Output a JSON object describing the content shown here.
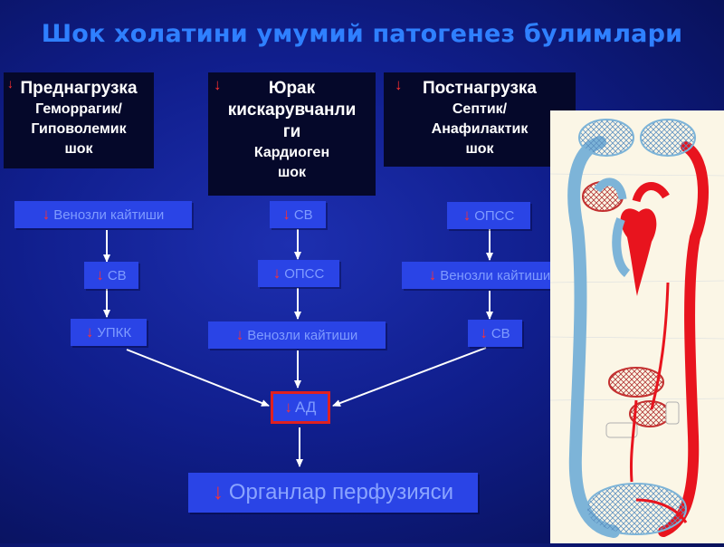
{
  "title": "Шок холатини умумий патогенез булимлари",
  "arrow_glyph": "↓",
  "columns": [
    {
      "header": [
        "Преднагрузка",
        "Геморрагик/",
        "Гиповолемик",
        "шок"
      ],
      "steps": [
        "Венозли кайтиши",
        "СВ",
        "УПКК"
      ]
    },
    {
      "header": [
        "Юрак",
        "кискарувчанли",
        "ги",
        "Кардиоген",
        "шок"
      ],
      "steps": [
        "СВ",
        "ОПСС",
        "Венозли кайтиши"
      ]
    },
    {
      "header": [
        "Постнагрузка",
        "Септик/",
        "Анафилактик",
        "шок"
      ],
      "steps": [
        "ОПСС",
        "Венозли кайтиши",
        "СВ"
      ]
    }
  ],
  "center": "АД",
  "outcome": "Органлар перфузияси",
  "colors": {
    "background": "#101e8c",
    "title": "#2f80ff",
    "box_fill": "#2a44e6",
    "box_text": "#7f9bff",
    "arrow_down": "#ff3030",
    "header_fill": "#05082a",
    "artery": "#e8141e",
    "vein": "#7db4d8"
  }
}
